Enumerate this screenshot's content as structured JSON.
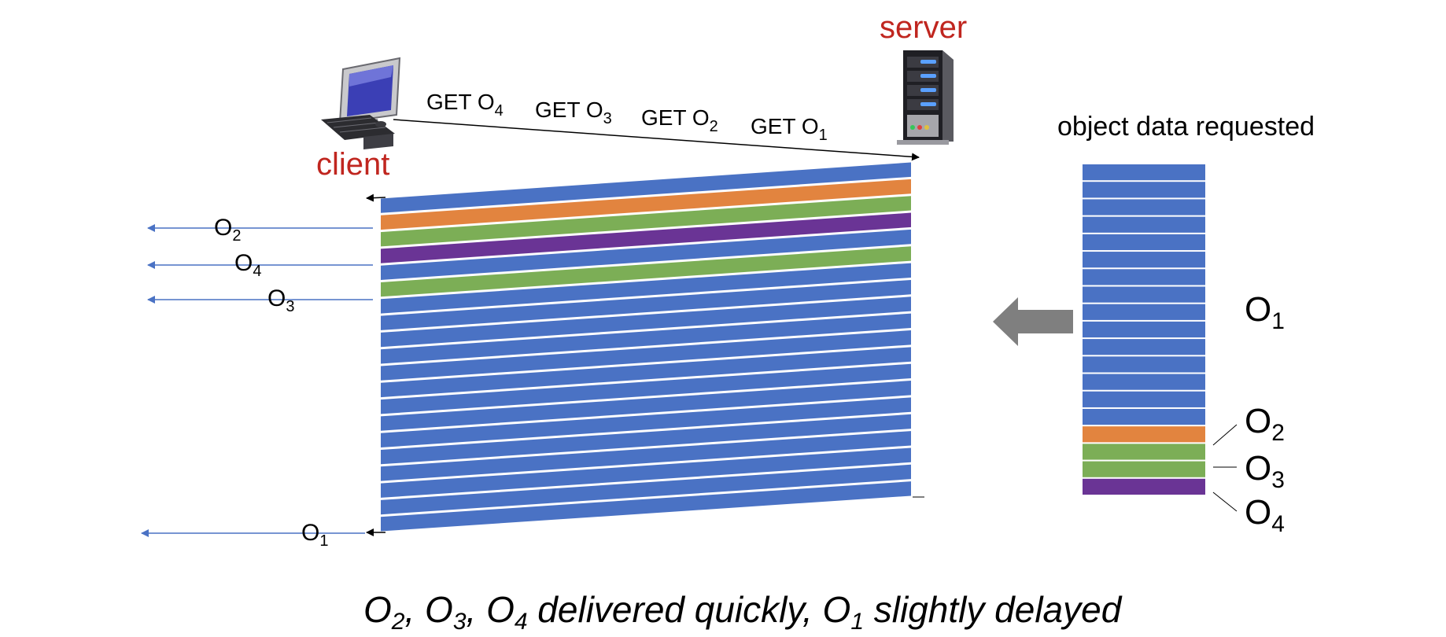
{
  "labels": {
    "server": "server",
    "client": "client",
    "object_data_requested": "object data requested",
    "object_prefix": "O"
  },
  "requests": [
    {
      "verb": "GET O",
      "sub": "4"
    },
    {
      "verb": "GET O",
      "sub": "3"
    },
    {
      "verb": "GET O",
      "sub": "2"
    },
    {
      "verb": "GET O",
      "sub": "1"
    }
  ],
  "deliveries": [
    {
      "base": "O",
      "sub": "2"
    },
    {
      "base": "O",
      "sub": "4"
    },
    {
      "base": "O",
      "sub": "3"
    },
    {
      "base": "O",
      "sub": "1"
    }
  ],
  "stack_labels": [
    {
      "base": "O",
      "sub": "1"
    },
    {
      "base": "O",
      "sub": "2"
    },
    {
      "base": "O",
      "sub": "3"
    },
    {
      "base": "O",
      "sub": "4"
    }
  ],
  "caption": [
    {
      "base": "O",
      "sub": "2",
      "text": ", "
    },
    {
      "base": "O",
      "sub": "3",
      "text": ", "
    },
    {
      "base": "O",
      "sub": "4",
      "text": " delivered quickly, "
    },
    {
      "base": "O",
      "sub": "1",
      "text": " slightly delayed"
    }
  ],
  "colors": {
    "O1": "#4a72c4",
    "O2": "#e2843f",
    "O3": "#7cae56",
    "O4": "#6a3495",
    "accent_red": "#c0261f",
    "arrow_blue": "#4a72c4",
    "big_arrow_gray": "#7f7f7f"
  },
  "band_sequence_transmitted": [
    "O1",
    "O2",
    "O3",
    "O4",
    "O1",
    "O3",
    "O1",
    "O1",
    "O1",
    "O1",
    "O1",
    "O1",
    "O1",
    "O1",
    "O1",
    "O1",
    "O1",
    "O1",
    "O1",
    "O1"
  ],
  "band_sequence_requested": [
    "O1",
    "O1",
    "O1",
    "O1",
    "O1",
    "O1",
    "O1",
    "O1",
    "O1",
    "O1",
    "O1",
    "O1",
    "O1",
    "O1",
    "O1",
    "O2",
    "O3",
    "O3",
    "O4"
  ]
}
